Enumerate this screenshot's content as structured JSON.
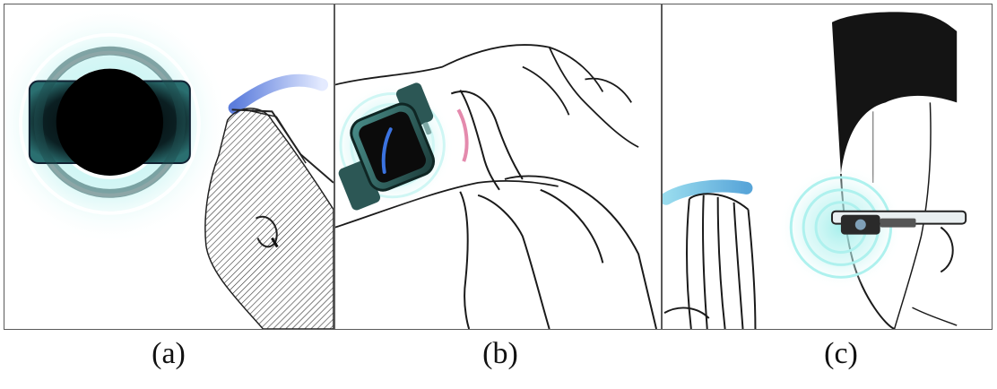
{
  "figure": {
    "captions": [
      "(a)",
      "(b)",
      "(c)"
    ],
    "colors": {
      "glow": "#7fe3e0",
      "ring": "#5fd6d8",
      "accent_blue": "#4f6fd8",
      "sketch": "#1a1a1a"
    },
    "icons": [
      "smartphone-icon",
      "smartwatch-icon",
      "smart-glasses-icon",
      "hand-gesture-icon"
    ]
  }
}
